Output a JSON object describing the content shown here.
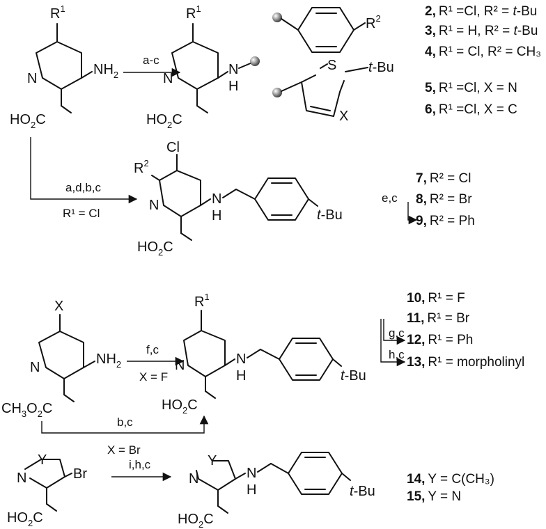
{
  "scheme": {
    "row1": {
      "sm": {
        "r1": "R",
        "r1_sup": "1",
        "n": "N",
        "nh2": "NH",
        "nh2_sub": "2",
        "co2h": "HO",
        "co2h_sub": "2",
        "co2h_c": "C"
      },
      "conditions": "a-c",
      "product": {
        "r1": "R",
        "r1_sup": "1",
        "n": "N",
        "nh": "N",
        "h": "H",
        "co2h": "HO",
        "co2h_sub": "2",
        "co2h_c": "C"
      },
      "benzyl_r2": "R",
      "benzyl_r2_sup": "2",
      "thiazole": {
        "s": "S",
        "tbu_t": "t",
        "tbu_rest": "-Bu",
        "x": "X"
      }
    },
    "compounds_a": [
      {
        "num": "2,",
        "text": "R¹ =Cl, R² = ",
        "tail_italic": "t",
        "tail": "-Bu"
      },
      {
        "num": "3,",
        "text": "R¹ = H, R² = ",
        "tail_italic": "t",
        "tail": "-Bu"
      },
      {
        "num": "4,",
        "text": "R¹ = Cl, R² = CH₃",
        "tail_italic": "",
        "tail": ""
      },
      {
        "num": "5,",
        "text": "R¹ =Cl, X = N",
        "tail_italic": "",
        "tail": ""
      },
      {
        "num": "6,",
        "text": "R¹ =Cl, X = C",
        "tail_italic": "",
        "tail": ""
      }
    ],
    "row2": {
      "conditions_top": "a,d,b,c",
      "conditions_bottom": "R¹ =  Cl",
      "product": {
        "cl": "Cl",
        "r2": "R",
        "r2_sup": "2",
        "n": "N",
        "nh": "N",
        "h": "H",
        "co2h": "HO",
        "co2h_sub": "2",
        "co2h_c": "C",
        "tbu_t": "t",
        "tbu_rest": "-Bu"
      },
      "step": "e,c"
    },
    "compounds_b": [
      {
        "num": "7,",
        "text": "R² = Cl"
      },
      {
        "num": "8,",
        "text": "R² = Br"
      },
      {
        "num": "9,",
        "text": "R² = Ph"
      }
    ],
    "row3": {
      "sm": {
        "x": "X",
        "n": "N",
        "nh2": "NH",
        "nh2_sub": "2",
        "ester": "CH",
        "ester_sub": "3",
        "ester_rest": "O",
        "ester_sub2": "2",
        "ester_c": "C"
      },
      "conditions_top": "f,c",
      "conditions_bottom": "X = F",
      "lower_conditions": "b,c",
      "lower_note": "X = Br",
      "product": {
        "r1": "R",
        "r1_sup": "1",
        "n": "N",
        "nh": "N",
        "h": "H",
        "co2h": "HO",
        "co2h_sub": "2",
        "co2h_c": "C",
        "tbu_t": "t",
        "tbu_rest": "-Bu"
      },
      "step_g": "g,c",
      "step_h": "h,c"
    },
    "compounds_c": [
      {
        "num": "10,",
        "text": "R¹ = F"
      },
      {
        "num": "11,",
        "text": "R¹ = Br"
      },
      {
        "num": "12,",
        "text": "R¹ = Ph"
      },
      {
        "num": "13,",
        "text": "R¹ = morpholinyl"
      }
    ],
    "row4": {
      "sm": {
        "y": "Y",
        "n": "N",
        "br": "Br",
        "co2h": "HO",
        "co2h_sub": "2",
        "co2h_c": "C"
      },
      "conditions": "i,h,c",
      "product": {
        "y": "Y",
        "n": "N",
        "nh": "N",
        "h": "H",
        "co2h": "HO",
        "co2h_sub": "2",
        "co2h_c": "C",
        "tbu_t": "t",
        "tbu_rest": "-Bu"
      }
    },
    "compounds_d": [
      {
        "num": "14,",
        "text": "Y = C(CH₃)"
      },
      {
        "num": "15,",
        "text": "Y = N"
      }
    ]
  }
}
